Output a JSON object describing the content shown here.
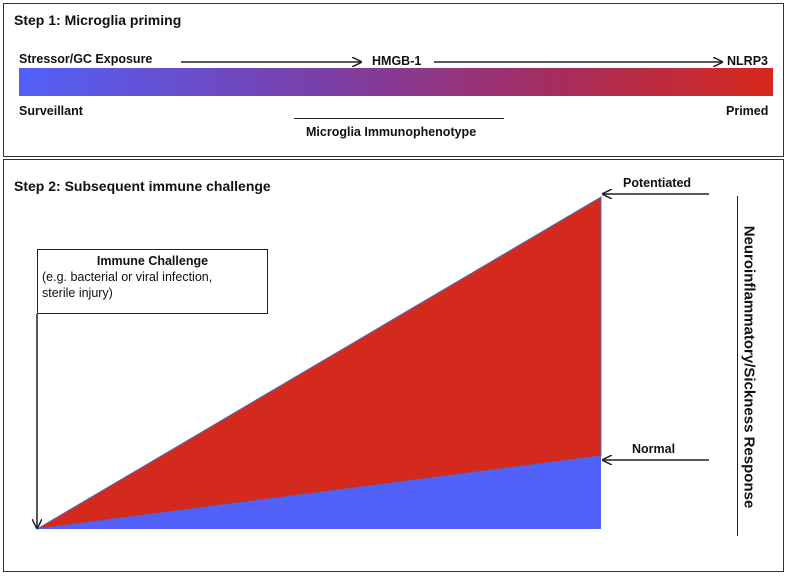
{
  "step1": {
    "title": "Step 1: Microglia priming",
    "sequence": [
      "Stressor/GC Exposure",
      "HMGB-1",
      "NLRP3"
    ],
    "gradient": {
      "left_label": "Surveillant",
      "right_label": "Primed",
      "start_color": "#5260f8",
      "end_color": "#d6281c"
    },
    "axis_label": "Microglia Immunophenotype"
  },
  "step2": {
    "title": "Step 2: Subsequent immune challenge",
    "challenge_box": {
      "title": "Immune Challenge",
      "description": "(e.g. bacterial or viral infection,\nsterile injury)"
    },
    "potentiated_label": "Potentiated",
    "normal_label": "Normal",
    "response_label": "Neuroinflammatory/Sickness Response",
    "colors": {
      "potentiated": "#d42a1e",
      "normal": "#5262f9"
    }
  }
}
